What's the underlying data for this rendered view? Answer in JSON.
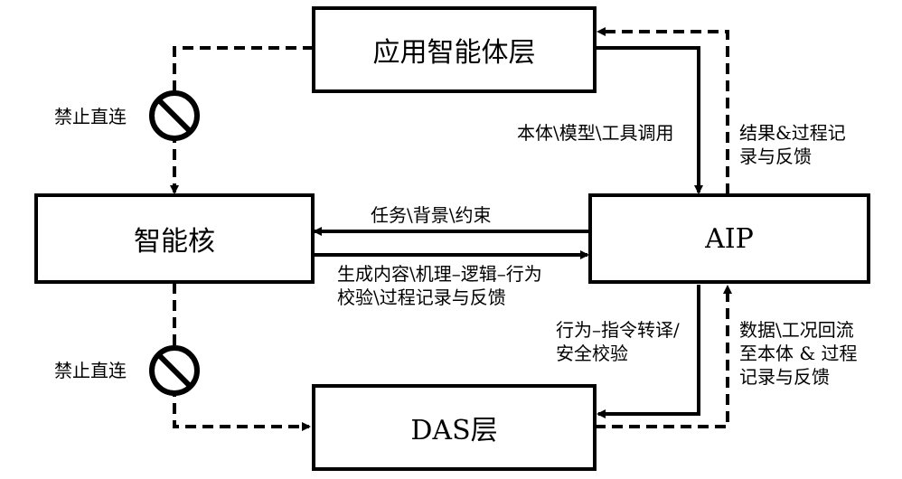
{
  "nodes": {
    "app_layer": "应用智能体层",
    "core": "智能核",
    "aip": "AIP",
    "das": "DAS层"
  },
  "edges": {
    "prohibit_top": "禁止直连",
    "prohibit_bottom": "禁止直连",
    "call": "本体\\模型\\工具调用",
    "result_feedback_top": "结果&过程记\n录与反馈",
    "task_context": "任务\\背景\\约束",
    "generate_validate": "生成内容\\机理–逻辑–行为\n校验\\过程记录与反馈",
    "behavior_translate": "行为–指令转译/\n安全校验",
    "data_return": "数据\\工况回流\n至本体 & 过程\n记录与反馈"
  }
}
